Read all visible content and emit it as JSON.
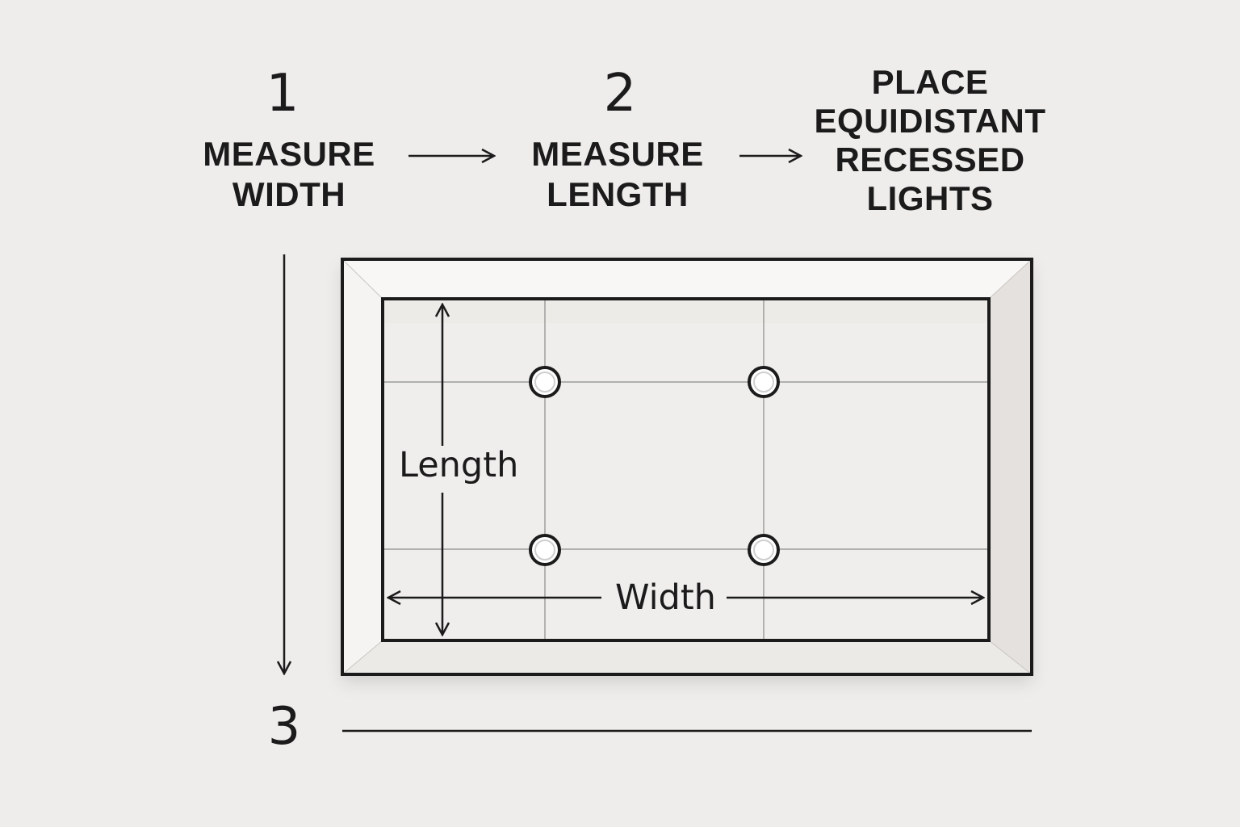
{
  "steps": [
    {
      "number": "1",
      "lines": [
        "MEASURE",
        "WIDTH"
      ]
    },
    {
      "number": "2",
      "lines": [
        "MEASURE",
        "LENGTH"
      ]
    },
    {
      "number": "",
      "lines": [
        "PLACE",
        "EQUIDISTANT",
        "RECESSED",
        "LIGHTS"
      ]
    },
    {
      "number": "3",
      "lines": []
    }
  ],
  "diagram": {
    "length_label": "Length",
    "width_label": "Width",
    "lights": [
      {
        "name": "recessed-light-top-left"
      },
      {
        "name": "recessed-light-top-right"
      },
      {
        "name": "recessed-light-bottom-left"
      },
      {
        "name": "recessed-light-bottom-right"
      }
    ]
  },
  "colors": {
    "background": "#efedeb",
    "ink": "#1b1b1b",
    "grid": "#8a8a8a",
    "frame_light": "#f7f6f4",
    "frame_shadow": "#d9d6d2"
  }
}
